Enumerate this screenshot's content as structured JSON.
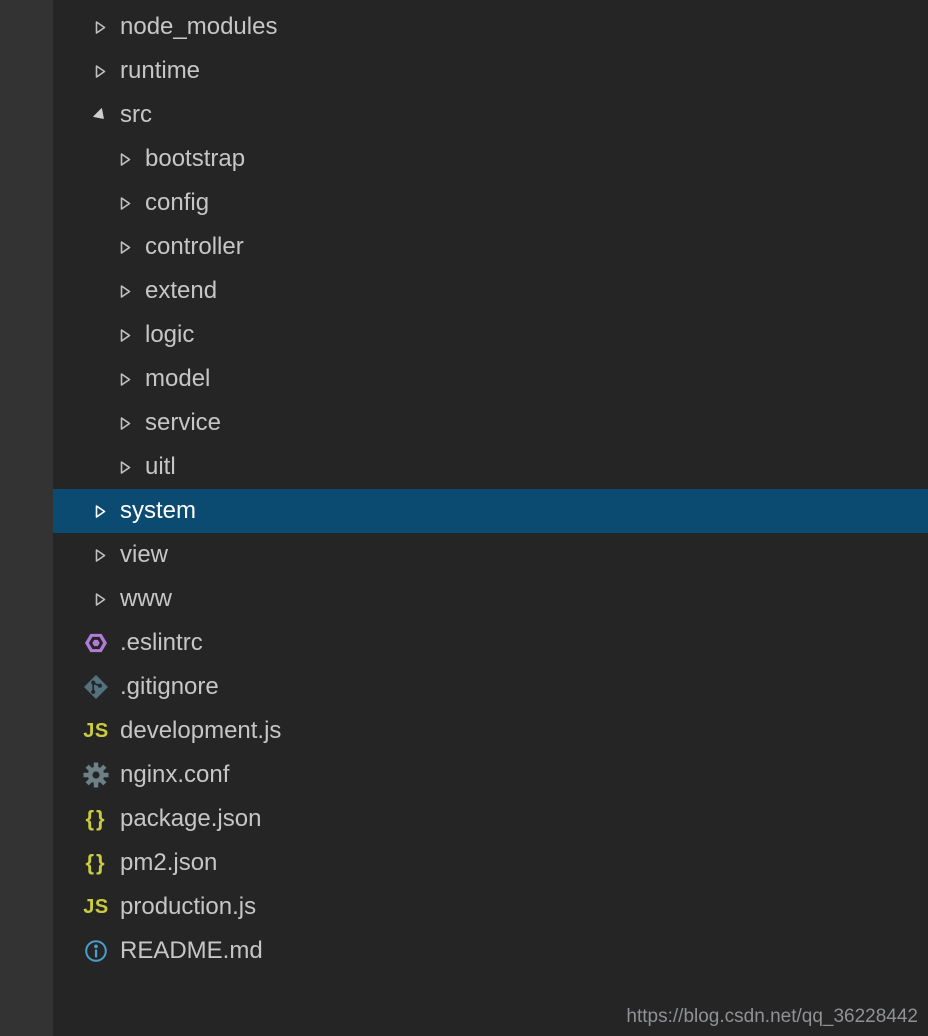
{
  "colors": {
    "sidebar_bg": "#252526",
    "activity_strip_bg": "#333334",
    "selection_bg": "#0b4a71",
    "text": "#c6c6c6",
    "selected_text": "#ffffff",
    "js_yellow": "#cbcb41",
    "json_yellow": "#cbcb41",
    "eslint_purple": "#b07cd6",
    "git_slate": "#54727e",
    "gear_slate": "#6d8086",
    "info_blue": "#4a9fc9",
    "watermark_gray": "#8f9194"
  },
  "icons": {
    "js_label": "JS",
    "json_label": "{}"
  },
  "tree": {
    "items": [
      {
        "label": "node_modules",
        "type": "folder",
        "level": 0,
        "state": "collapsed"
      },
      {
        "label": "runtime",
        "type": "folder",
        "level": 0,
        "state": "collapsed"
      },
      {
        "label": "src",
        "type": "folder",
        "level": 0,
        "state": "expanded"
      },
      {
        "label": "bootstrap",
        "type": "folder",
        "level": 1,
        "state": "collapsed"
      },
      {
        "label": "config",
        "type": "folder",
        "level": 1,
        "state": "collapsed"
      },
      {
        "label": "controller",
        "type": "folder",
        "level": 1,
        "state": "collapsed"
      },
      {
        "label": "extend",
        "type": "folder",
        "level": 1,
        "state": "collapsed"
      },
      {
        "label": "logic",
        "type": "folder",
        "level": 1,
        "state": "collapsed"
      },
      {
        "label": "model",
        "type": "folder",
        "level": 1,
        "state": "collapsed"
      },
      {
        "label": "service",
        "type": "folder",
        "level": 1,
        "state": "collapsed"
      },
      {
        "label": "uitl",
        "type": "folder",
        "level": 1,
        "state": "collapsed"
      },
      {
        "label": "system",
        "type": "folder",
        "level": 0,
        "state": "collapsed",
        "selected": true
      },
      {
        "label": "view",
        "type": "folder",
        "level": 0,
        "state": "collapsed"
      },
      {
        "label": "www",
        "type": "folder",
        "level": 0,
        "state": "collapsed"
      },
      {
        "label": ".eslintrc",
        "type": "file",
        "icon": "eslint"
      },
      {
        "label": ".gitignore",
        "type": "file",
        "icon": "git"
      },
      {
        "label": "development.js",
        "type": "file",
        "icon": "js"
      },
      {
        "label": "nginx.conf",
        "type": "file",
        "icon": "gear"
      },
      {
        "label": "package.json",
        "type": "file",
        "icon": "json"
      },
      {
        "label": "pm2.json",
        "type": "file",
        "icon": "json"
      },
      {
        "label": "production.js",
        "type": "file",
        "icon": "js"
      },
      {
        "label": "README.md",
        "type": "file",
        "icon": "info"
      }
    ]
  },
  "watermark": {
    "text": "https://blog.csdn.net/qq_36228442"
  }
}
